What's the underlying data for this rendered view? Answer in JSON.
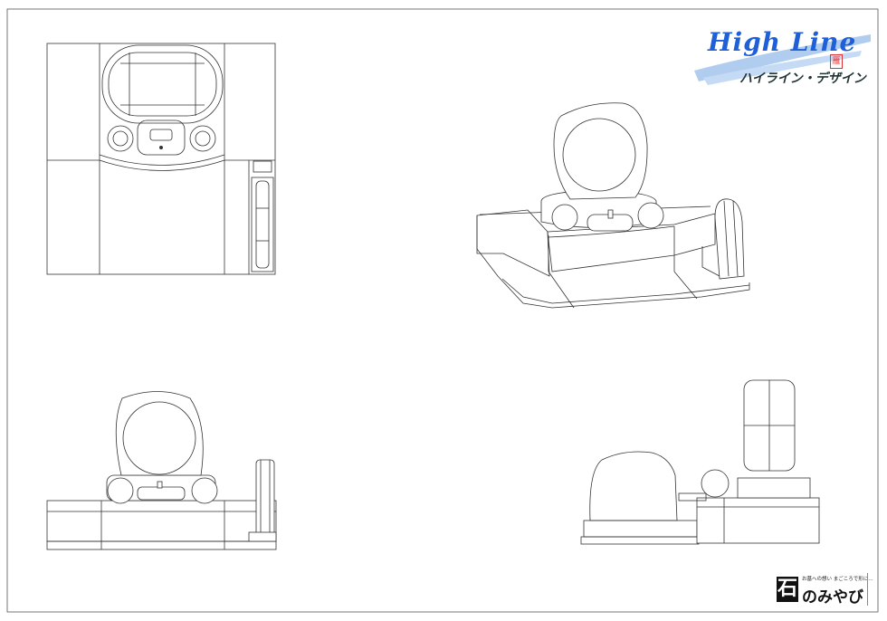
{
  "brand": {
    "high_line_en": "High Line",
    "high_line_jp": "ハイライン・デザイン",
    "seal": "雁"
  },
  "maker": {
    "kanji": "石",
    "name": "のみやび",
    "tagline": "お墓への想い まごころで形に…"
  }
}
